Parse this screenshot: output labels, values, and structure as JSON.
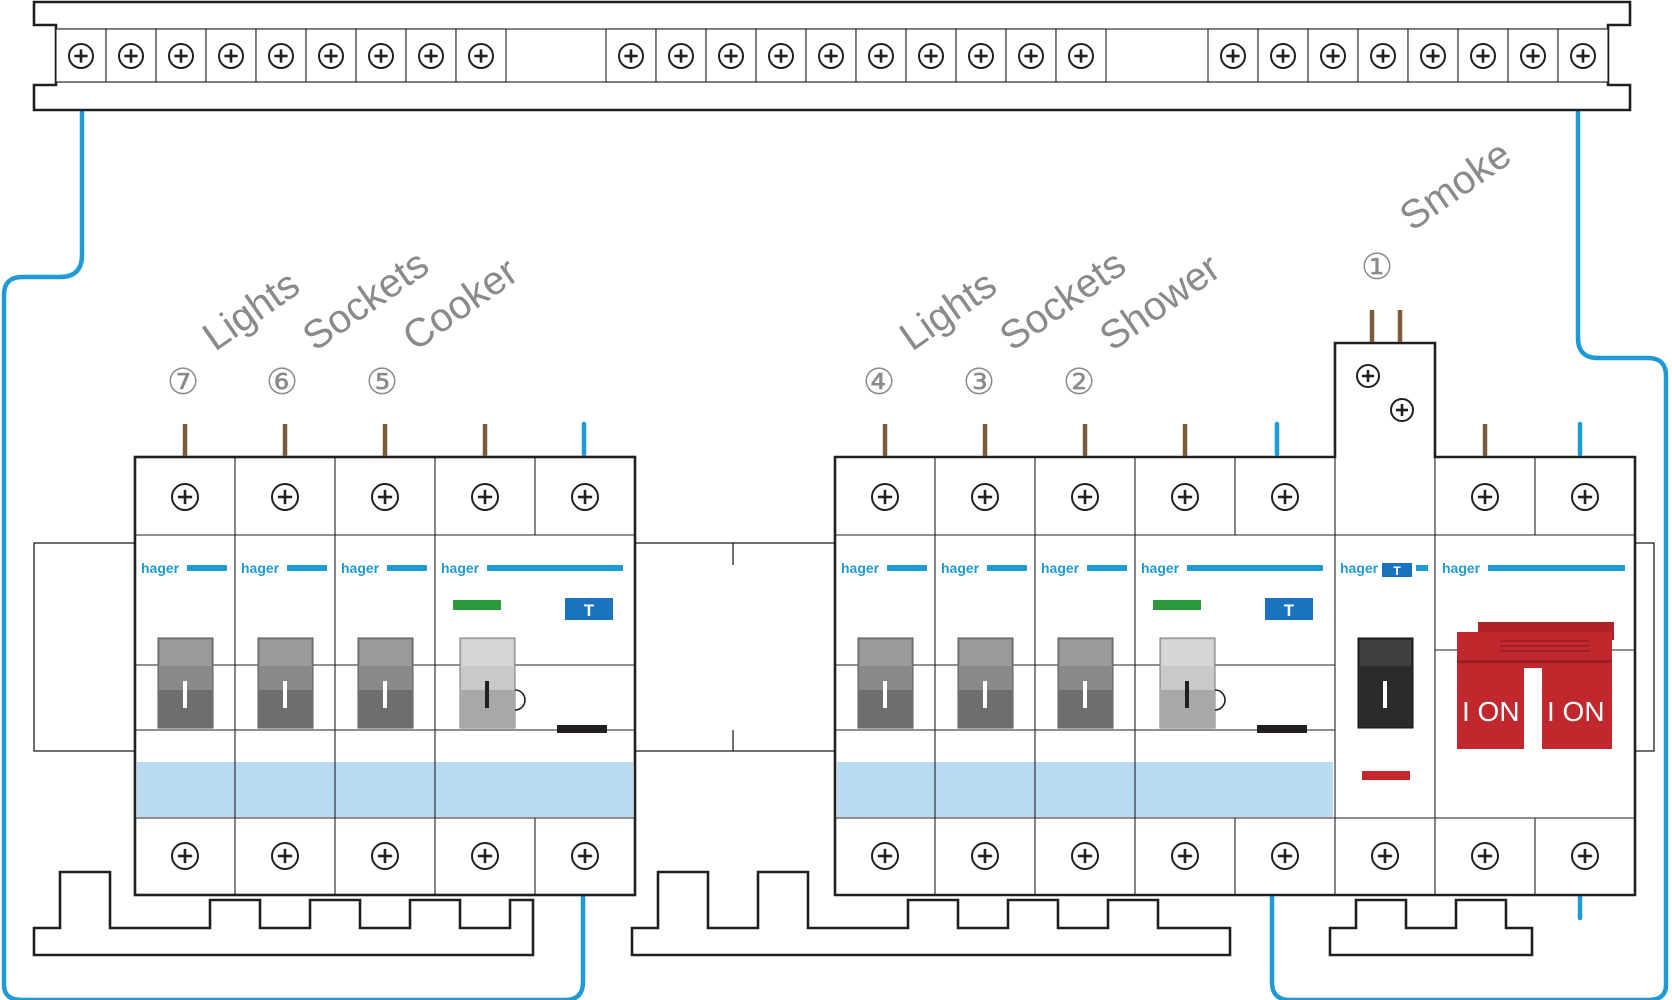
{
  "brand": "hager",
  "colors": {
    "neutral_wire": "#1e9ad6",
    "live_tail": "#7a5c3a",
    "label_gray": "#8a8a8a",
    "main_switch_red": "#c0282d",
    "test_button_blue": "#1a73bf",
    "indicator_green": "#2c9a3a",
    "busbar_band": "#b7dcf2"
  },
  "left_bank": {
    "breakers": [
      {
        "number": "⑦",
        "label": "Lights"
      },
      {
        "number": "⑥",
        "label": "Sockets"
      },
      {
        "number": "⑤",
        "label": "Cooker"
      }
    ]
  },
  "right_bank": {
    "breakers": [
      {
        "number": "④",
        "label": "Lights"
      },
      {
        "number": "③",
        "label": "Sockets"
      },
      {
        "number": "②",
        "label": "Shower"
      }
    ]
  },
  "smoke_circuit": {
    "number": "①",
    "label": "Smoke"
  },
  "rcd_test_label": "T",
  "main_switch": {
    "left_text": "I ON",
    "right_text": "I ON"
  },
  "icons": {
    "terminal": "terminal-screw-icon",
    "handle": "breaker-handle-icon"
  }
}
